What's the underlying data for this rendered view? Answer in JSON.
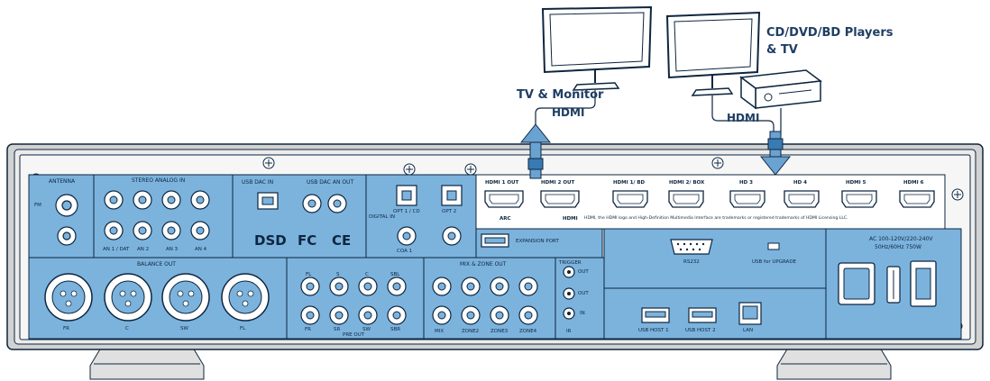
{
  "callouts": {
    "tv_monitor": "TV & Monitor",
    "hdmi_left": "HDMI",
    "players_line1": "CD/DVD/BD Players",
    "players_line2": "& TV",
    "hdmi_right": "HDMI"
  },
  "rear_panel": {
    "antenna": "ANTENNA",
    "fm": "FM",
    "stereo_analog_in": "STEREO ANALOG IN",
    "analog_inputs": [
      "AN 1 / DAT",
      "AN 2",
      "AN 3",
      "AN 4"
    ],
    "usb_dac_in": "USB DAC IN",
    "usb_dac_an_out": "USB DAC AN OUT",
    "dsd_logo": "DSD",
    "fc_logo": "FC",
    "ce_logo": "CE",
    "digital_in": "DIGITAL IN",
    "opt1_cd": "OPT 1 / CD",
    "opt2": "OPT 2",
    "coax": "COA 1",
    "balance_out": "BALANCE OUT",
    "balance_channels": [
      "FR",
      "C",
      "SW",
      "FL"
    ],
    "pre_out": "PRE OUT",
    "pre_out_top": [
      "FL",
      "S",
      "C",
      "SBL"
    ],
    "pre_out_bottom": [
      "FR",
      "SR",
      "SW",
      "SBR"
    ],
    "mix_zone_out": "MIX & ZONE OUT",
    "zones": [
      "MIX",
      "ZONE2",
      "ZONE3",
      "ZONE4"
    ],
    "trigger": "TRIGGER",
    "trigger_labels": [
      "OUT",
      "OUT",
      "IN",
      "IR"
    ],
    "expansion_port": "EXPANSION PORT",
    "rs232": "RS232",
    "usb_upgrade": "USB for UPGRADE",
    "usb_host1": "USB HOST 1",
    "usb_host2": "USB HOST 2",
    "lan": "LAN",
    "power_rating_line1": "AC 100-120V/220-240V",
    "power_rating_line2": "50Hz/60Hz 750W",
    "hdmi_ports": [
      "HDMI 1 OUT",
      "HDMI 2 OUT",
      "HDMI 1/ BD",
      "HDMI 2/ BOX",
      "HD 3",
      "HD 4",
      "HDMI 5",
      "HDMI 6"
    ],
    "arc": "ARC",
    "hdmi_notice_brand": "HDMI",
    "hdmi_notice": "HDMI, the HDMI logo and High-Definition Multimedia Interface are trademarks or registered trademarks of HDMI Licensing LLC."
  },
  "colors": {
    "panel_blue": "#7cb3dd",
    "outline": "#0d2640",
    "callout_text": "#1f3e63",
    "chassis": "#d6d6d6"
  }
}
